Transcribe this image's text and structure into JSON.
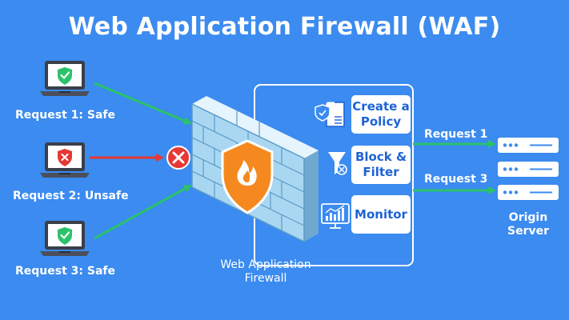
{
  "title": "Web Application Firewall (WAF)",
  "clients": [
    {
      "label": "Request 1: Safe",
      "status": "safe"
    },
    {
      "label": "Request 2: Unsafe",
      "status": "unsafe"
    },
    {
      "label": "Request 3: Safe",
      "status": "safe"
    }
  ],
  "firewall": {
    "label_line1": "Web Application",
    "label_line2": "Firewall"
  },
  "features": [
    {
      "line1": "Create a",
      "line2": "Policy",
      "icon": "policy-document-shield-icon"
    },
    {
      "line1": "Block &",
      "line2": "Filter",
      "icon": "funnel-block-icon"
    },
    {
      "line1": "Monitor",
      "line2": "",
      "icon": "chart-monitor-icon"
    }
  ],
  "outgoing": [
    {
      "label": "Request 1"
    },
    {
      "label": "Request 3"
    }
  ],
  "server": {
    "line1": "Origin",
    "line2": "Server"
  },
  "colors": {
    "background": "#3b8bf0",
    "safe_arrow": "#2bc26b",
    "unsafe_arrow": "#e53935",
    "wall": "#a9d7f2",
    "shield": "#f5891f",
    "feature_text": "#1e63d6"
  }
}
